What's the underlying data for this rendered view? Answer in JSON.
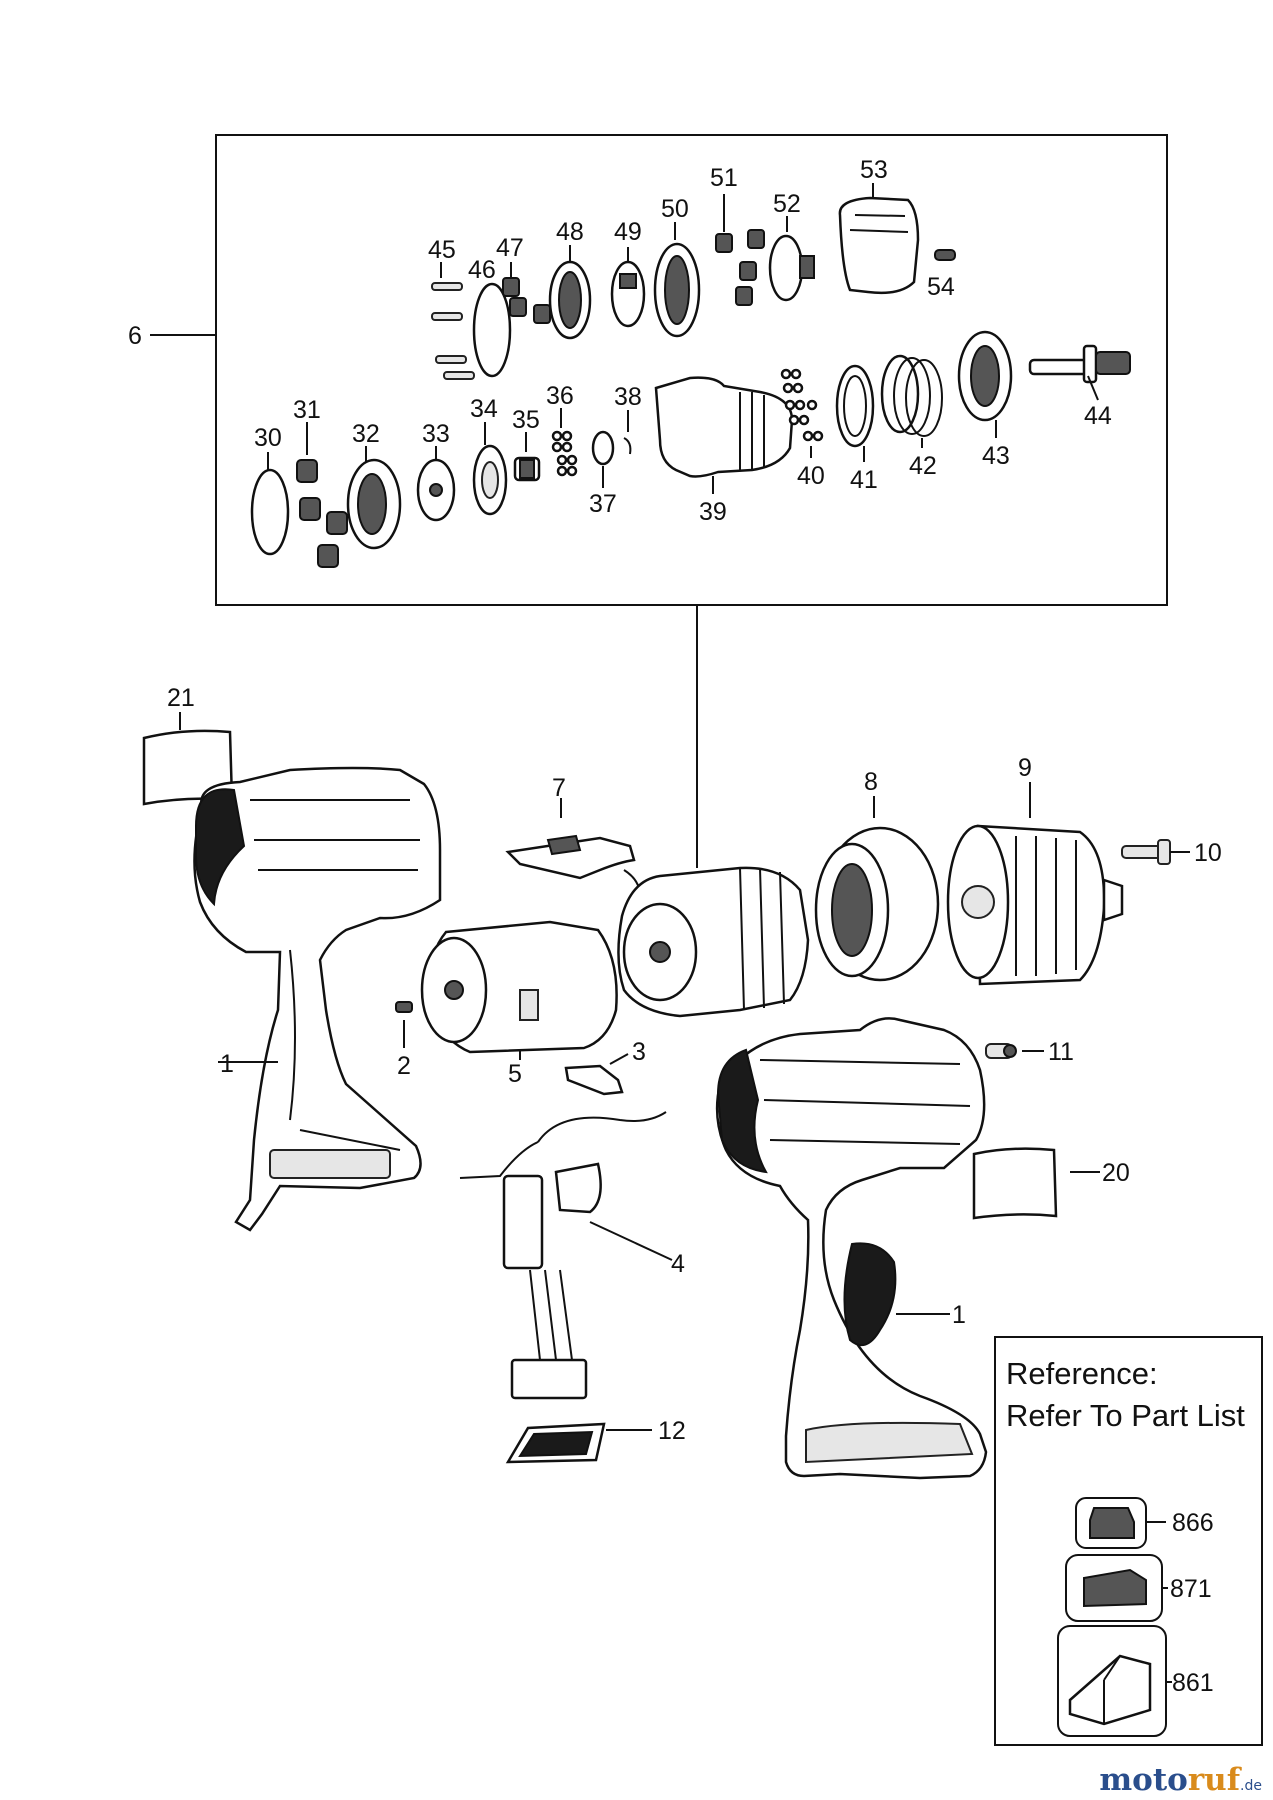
{
  "labels": {
    "l6": "6",
    "l45": "45",
    "l46": "46",
    "l47": "47",
    "l48": "48",
    "l49": "49",
    "l50": "50",
    "l51": "51",
    "l52": "52",
    "l53": "53",
    "l54": "54",
    "l30": "30",
    "l31": "31",
    "l32": "32",
    "l33": "33",
    "l34": "34",
    "l35": "35",
    "l36": "36",
    "l37": "37",
    "l38": "38",
    "l39": "39",
    "l40": "40",
    "l41": "41",
    "l42": "42",
    "l43": "43",
    "l44": "44",
    "l21": "21",
    "l7": "7",
    "l8": "8",
    "l9": "9",
    "l10": "10",
    "l1a": "1",
    "l2": "2",
    "l5": "5",
    "l3": "3",
    "l11": "11",
    "l20": "20",
    "l4": "4",
    "l1b": "1",
    "l12": "12"
  },
  "reference": {
    "line1": "Reference:",
    "line2": "Refer To Part List",
    "items": [
      "866",
      "871",
      "861"
    ]
  },
  "watermark": {
    "part1": "moto",
    "part2": "ruf",
    "suffix": ".de"
  }
}
